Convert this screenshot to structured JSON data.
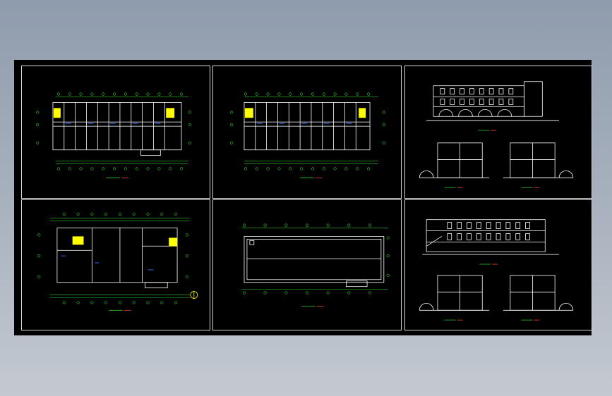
{
  "colors": {
    "background": "#000000",
    "frame": "#d8d8d8",
    "wall": "#ffffff",
    "grid_marker": "#33cc33",
    "dimension": "#33cc33",
    "highlight": "#ffff00",
    "door": "#3366ff",
    "title_line": "#ff4444"
  },
  "sheets": [
    {
      "id": "first-floor-plan",
      "kind": "plan"
    },
    {
      "id": "second-floor-plan",
      "kind": "plan"
    },
    {
      "id": "elevation-sections-1",
      "kind": "elevation"
    },
    {
      "id": "ground-floor-plan",
      "kind": "plan"
    },
    {
      "id": "roof-plan",
      "kind": "roof"
    },
    {
      "id": "elevation-sections-2",
      "kind": "elevation"
    }
  ]
}
